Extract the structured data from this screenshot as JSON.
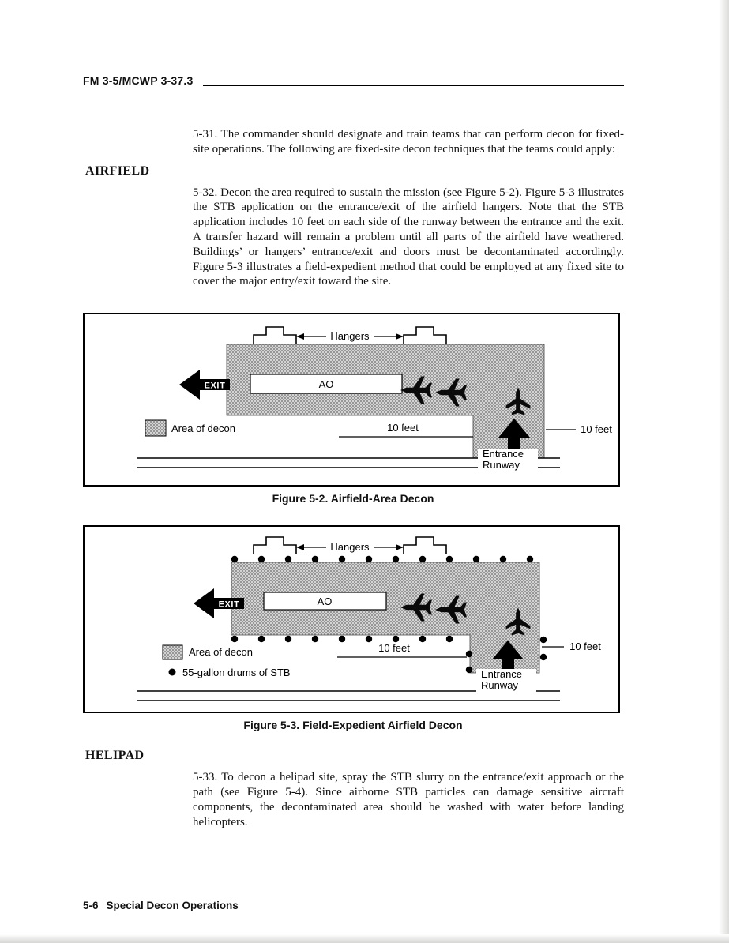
{
  "header": {
    "doc_id": "FM 3-5/MCWP 3-37.3"
  },
  "content": {
    "para_531": "5-31. The commander should designate and train teams that can perform decon for fixed-site operations. The following are fixed-site decon techniques that the teams could apply:",
    "airfield_heading": "AIRFIELD",
    "para_532": "5-32. Decon the area required to sustain the mission (see Figure 5-2). Figure 5-3 illustrates the STB application on the entrance/exit of the airfield hangers. Note that the STB application includes 10 feet on each side of the runway between the entrance and the exit. A transfer hazard will remain a problem until all parts of the airfield have weathered. Buildings’ or hangers’ entrance/exit and doors must be decontaminated accordingly. Figure 5-3 illustrates a field-expedient method that could be employed at any fixed site to cover the major entry/exit toward the site.",
    "helipad_heading": "HELIPAD",
    "para_533": "5-33. To decon a helipad site, spray the STB slurry on the entrance/exit approach or the path (see Figure 5-4). Since airborne STB particles can damage sensitive aircraft components, the decontaminated area should be washed with water before landing helicopters."
  },
  "figure_5_2": {
    "caption": "Figure 5-2. Airfield-Area Decon",
    "hangers_label": "Hangers",
    "exit_label": "EXIT",
    "ao_label": "AO",
    "ten_feet_left": "10 feet",
    "ten_feet_right": "10 feet",
    "entrance_label": "Entrance",
    "runway_label": "Runway",
    "legend_area_of_decon": "Area of decon"
  },
  "figure_5_3": {
    "caption": "Figure 5-3. Field-Expedient Airfield Decon",
    "hangers_label": "Hangers",
    "exit_label": "EXIT",
    "ao_label": "AO",
    "ten_feet_left": "10 feet",
    "ten_feet_right": "10 feet",
    "entrance_label": "Entrance",
    "runway_label": "Runway",
    "legend_area_of_decon": "Area of decon",
    "legend_drums": "55-gallon drums of STB"
  },
  "footer": {
    "page_number": "5-6",
    "label": "Special Decon Operations"
  }
}
